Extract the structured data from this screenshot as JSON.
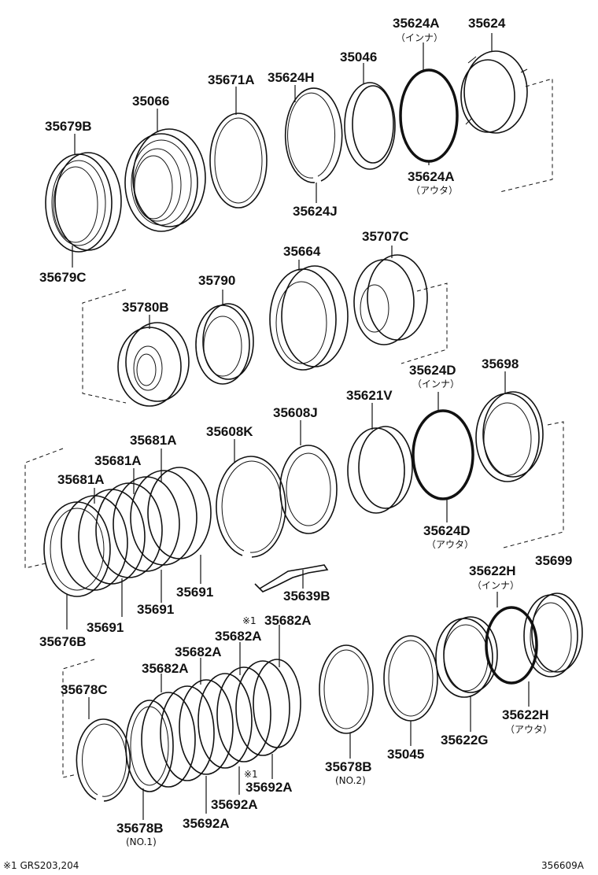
{
  "labels": {
    "p35624A_inner": "35624A",
    "p35624A_inner_sub": "（インナ）",
    "p35624": "35624",
    "p35046": "35046",
    "p35671A": "35671A",
    "p35624H": "35624H",
    "p35066": "35066",
    "p35679B": "35679B",
    "p35679C": "35679C",
    "p35624J": "35624J",
    "p35624A_outer": "35624A",
    "p35624A_outer_sub": "（アウタ）",
    "p35707C": "35707C",
    "p35664": "35664",
    "p35790": "35790",
    "p35780B": "35780B",
    "p35624D_inner": "35624D",
    "p35624D_inner_sub": "（インナ）",
    "p35698": "35698",
    "p35621V": "35621V",
    "p35608J": "35608J",
    "p35608K": "35608K",
    "p35681A_1": "35681A",
    "p35681A_2": "35681A",
    "p35681A_3": "35681A",
    "p35691_1": "35691",
    "p35691_2": "35691",
    "p35691_3": "35691",
    "p35676B": "35676B",
    "p35639B": "35639B",
    "p35624D_outer": "35624D",
    "p35624D_outer_sub": "（アウタ）",
    "p35699": "35699",
    "p35622H_inner": "35622H",
    "p35622H_inner_sub": "（インナ）",
    "p35682A_1": "35682A",
    "p35682A_2": "35682A",
    "p35682A_3": "35682A",
    "p35682A_4": "35682A",
    "mark1_a": "※1",
    "p35678C": "35678C",
    "p35678B_no2": "35678B",
    "p35678B_no2_sub": "(NO.2)",
    "p35045": "35045",
    "p35622G": "35622G",
    "p35622H_outer": "35622H",
    "p35622H_outer_sub": "（アウタ）",
    "mark1_b": "※1",
    "p35692A_1": "35692A",
    "p35692A_2": "35692A",
    "p35692A_3": "35692A",
    "p35678B_no1": "35678B",
    "p35678B_no1_sub": "(NO.1)"
  },
  "footnote": "※1 GRS203,204",
  "diagram_code": "356609A"
}
